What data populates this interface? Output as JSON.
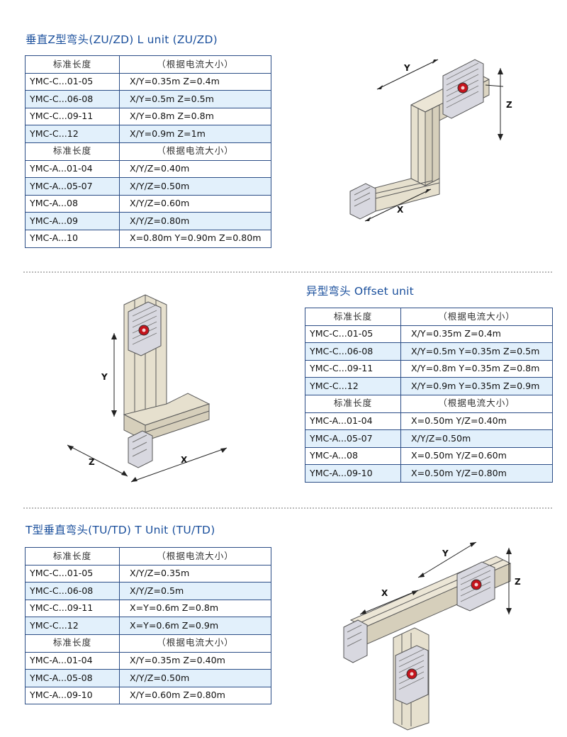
{
  "sections": {
    "zu": {
      "title": "垂直Z型弯头(ZU/ZD)  L unit (ZU/ZD)",
      "rows": [
        {
          "type": "header",
          "model": "标准长度",
          "value": "（根据电流大小）"
        },
        {
          "model": "YMC-C...01-05",
          "value": "X/Y=0.35m   Z=0.4m"
        },
        {
          "model": "YMC-C...06-08",
          "value": "X/Y=0.5m   Z=0.5m"
        },
        {
          "model": "YMC-C...09-11",
          "value": "X/Y=0.8m   Z=0.8m"
        },
        {
          "model": "YMC-C...12",
          "value": "X/Y=0.9m   Z=1m"
        },
        {
          "type": "header",
          "model": "标准长度",
          "value": "（根据电流大小）"
        },
        {
          "model": "YMC-A...01-04",
          "value": "X/Y/Z=0.40m"
        },
        {
          "model": "YMC-A...05-07",
          "value": "X/Y/Z=0.50m"
        },
        {
          "model": "YMC-A...08",
          "value": "X/Y/Z=0.60m"
        },
        {
          "model": "YMC-A...09",
          "value": "X/Y/Z=0.80m"
        },
        {
          "model": "YMC-A...10",
          "value": "X=0.80m  Y=0.90m  Z=0.80m"
        }
      ]
    },
    "offset": {
      "title": "异型弯头  Offset unit",
      "rows": [
        {
          "type": "header",
          "model": "标准长度",
          "value": "（根据电流大小）"
        },
        {
          "model": "YMC-C...01-05",
          "value": "X/Y=0.35m   Z=0.4m"
        },
        {
          "model": "YMC-C...06-08",
          "value": "X/Y=0.5m  Y=0.35m  Z=0.5m"
        },
        {
          "model": "YMC-C...09-11",
          "value": "X/Y=0.8m  Y=0.35m  Z=0.8m"
        },
        {
          "model": "YMC-C...12",
          "value": "X/Y=0.9m  Y=0.35m  Z=0.9m"
        },
        {
          "type": "header",
          "model": "标准长度",
          "value": "（根据电流大小）"
        },
        {
          "model": "YMC-A...01-04",
          "value": "X=0.50m    Y/Z=0.40m"
        },
        {
          "model": "YMC-A...05-07",
          "value": "X/Y/Z=0.50m"
        },
        {
          "model": "YMC-A...08",
          "value": "X=0.50m    Y/Z=0.60m"
        },
        {
          "model": "YMC-A...09-10",
          "value": "X=0.50m    Y/Z=0.80m"
        }
      ]
    },
    "tu": {
      "title": "T型垂直弯头(TU/TD)   T Unit (TU/TD)",
      "rows": [
        {
          "type": "header",
          "model": "标准长度",
          "value": "（根据电流大小）"
        },
        {
          "model": "YMC-C...01-05",
          "value": "X/Y/Z=0.35m"
        },
        {
          "model": "YMC-C...06-08",
          "value": "X/Y/Z=0.5m"
        },
        {
          "model": "YMC-C...09-11",
          "value": "X=Y=0.6m   Z=0.8m"
        },
        {
          "model": "YMC-C...12",
          "value": "X=Y=0.6m   Z=0.9m"
        },
        {
          "type": "header",
          "model": "标准长度",
          "value": "（根据电流大小）"
        },
        {
          "model": "YMC-A...01-04",
          "value": "X/Y=0.35m   Z=0.40m"
        },
        {
          "model": "YMC-A...05-08",
          "value": "X/Y/Z=0.50m"
        },
        {
          "model": "YMC-A...09-10",
          "value": "X/Y=0.60m   Z=0.80m"
        }
      ]
    }
  },
  "dimension_labels": {
    "x": "X",
    "y": "Y",
    "z": "Z"
  },
  "colors": {
    "title": "#1a4f9c",
    "table_border": "#2b4d86",
    "row_alt": "#e2f0fb",
    "busbar": "#ece6d6",
    "busbar_edge": "#5a5a5a",
    "joint": "#d8d8e0",
    "bolt": "#c4141c"
  }
}
